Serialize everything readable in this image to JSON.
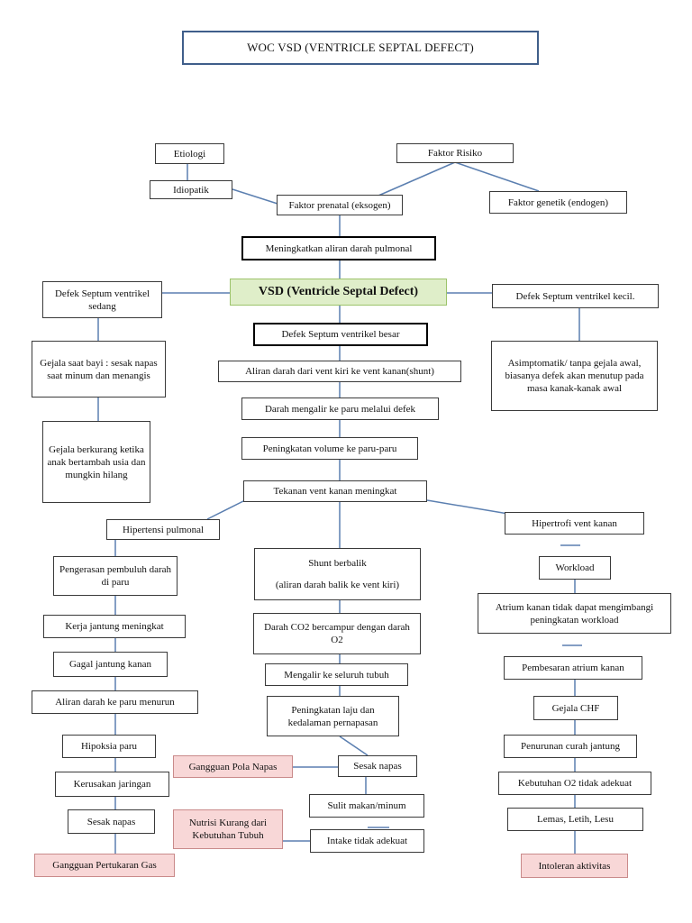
{
  "title": "WOC VSD (VENTRICLE SEPTAL DEFECT)",
  "nodes": {
    "etiologi": "Etiologi",
    "idiopatik": "Idiopatik",
    "faktor_risiko": "Faktor Risiko",
    "faktor_prenatal": "Faktor prenatal (eksogen)",
    "faktor_genetik": "Faktor genetik (endogen)",
    "meningkatkan_aliran": "Meningkatkan aliran darah pulmonal",
    "vsd": "VSD (Ventricle Septal Defect)",
    "defek_sedang": "Defek Septum ventrikel sedang",
    "defek_kecil": "Defek Septum ventrikel kecil.",
    "defek_besar": "Defek Septum ventrikel besar",
    "gejala_bayi": "Gejala saat bayi : sesak napas saat minum dan menangis",
    "gejala_berkurang": "Gejala berkurang ketika anak bertambah usia dan mungkin hilang",
    "asimptomatik": "Asimptomatik/ tanpa gejala awal, biasanya defek akan menutup pada masa kanak-kanak awal",
    "aliran_shunt": "Aliran darah dari vent kiri ke vent kanan(shunt)",
    "darah_paru": "Darah mengalir ke paru melalui defek",
    "volume_paru": "Peningkatan volume ke paru-paru",
    "tekanan_vent": "Tekanan vent kanan meningkat",
    "hipertensi": "Hipertensi pulmonal",
    "hipertrofi": "Hipertrofi vent kanan",
    "pengerasan": "Pengerasan pembuluh darah di paru",
    "kerja_jantung": "Kerja jantung meningkat",
    "gagal_jantung": "Gagal jantung kanan",
    "aliran_menurun": "Aliran darah ke paru menurun",
    "hipoksia": "Hipoksia paru",
    "kerusakan": "Kerusakan jaringan",
    "sesak_left": "Sesak napas",
    "gangguan_gas": "Gangguan Pertukaran Gas",
    "shunt_balik_1": "Shunt berbalik",
    "shunt_balik_2": "(aliran darah balik ke vent kiri)",
    "co2": "Darah CO2 bercampur dengan darah O2",
    "mengalir_tubuh": "Mengalir ke seluruh tubuh",
    "laju_napas": "Peningkatan laju dan kedalaman pernapasan",
    "gangguan_pola": "Gangguan Pola Napas",
    "sesak_mid": "Sesak napas",
    "sulit_makan": "Sulit makan/minum",
    "nutrisi": "Nutrisi Kurang dari Kebutuhan Tubuh",
    "intake": "Intake tidak adekuat",
    "workload": "Workload",
    "atrium_tidak": "Atrium kanan tidak dapat mengimbangi peningkatan workload",
    "pembesaran": "Pembesaran atrium kanan",
    "chf": "Gejala CHF",
    "curah_jantung": "Penurunan curah jantung",
    "kebutuhan_o2": "Kebutuhan O2 tidak adekuat",
    "lemas": "Lemas, Letih, Lesu",
    "intoleran": "Intoleran aktivitas"
  }
}
